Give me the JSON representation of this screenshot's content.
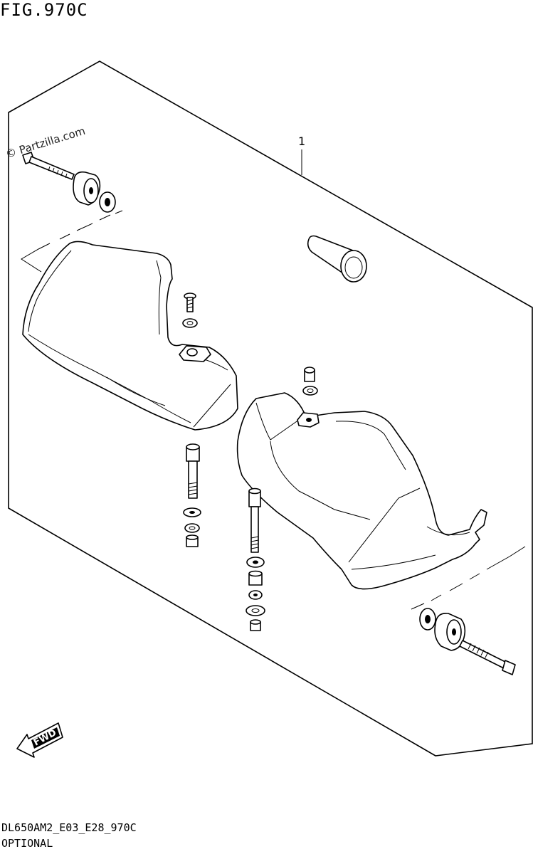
{
  "figure": {
    "title": "FIG.970C",
    "code": "DL650AM2_E03_E28_970C",
    "caption": "OPTIONAL"
  },
  "watermark": "© Partzilla.com",
  "callouts": [
    {
      "label": "1"
    }
  ],
  "direction_arrow": {
    "label": "FWD"
  },
  "icons": [
    "bolt-icon",
    "weight-icon",
    "washer-icon",
    "handguard-icon",
    "plug-icon",
    "nut-icon",
    "fwd-arrow-icon"
  ],
  "colors": {
    "ink": "#000000",
    "background": "#ffffff"
  }
}
